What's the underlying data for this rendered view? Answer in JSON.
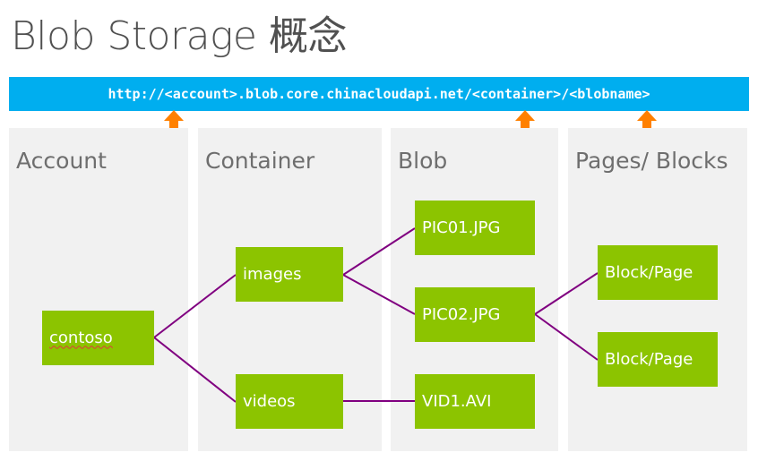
{
  "title": "Blob Storage 概念",
  "url": "http://<account>.blob.core.chinacloudapi.net/<container>/<blobname>",
  "colors": {
    "url_bar": "#00aeef",
    "node": "#8cc400",
    "panel": "#f1f1f1",
    "connector": "#800080",
    "arrow": "#ff8000"
  },
  "columns": [
    {
      "heading": "Account"
    },
    {
      "heading": "Container"
    },
    {
      "heading": "Blob"
    },
    {
      "heading": "Pages/ Blocks"
    }
  ],
  "nodes": {
    "account": "contoso",
    "container_images": "images",
    "container_videos": "videos",
    "blob_pic01": "PIC01.JPG",
    "blob_pic02": "PIC02.JPG",
    "blob_vid1": "VID1.AVI",
    "block_1": "Block/Page",
    "block_2": "Block/Page"
  }
}
